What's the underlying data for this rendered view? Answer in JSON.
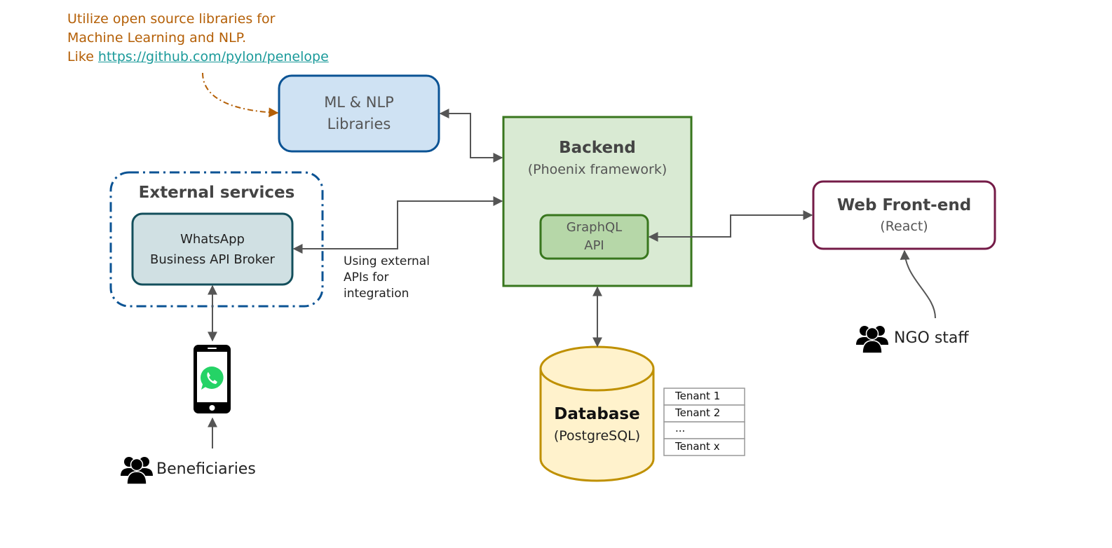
{
  "note": {
    "line1": "Utilize open source libraries for",
    "line2": "Machine Learning and NLP.",
    "like_prefix": "Like ",
    "link": "https://github.com/pylon/penelope"
  },
  "ml_libraries": {
    "line1": "ML & NLP",
    "line2": "Libraries"
  },
  "backend": {
    "title": "Backend",
    "subtitle": "(Phoenix framework)",
    "graphql": {
      "line1": "GraphQL",
      "line2": "API"
    }
  },
  "external_services": {
    "title": "External services",
    "broker": {
      "line1": "WhatsApp",
      "line2": "Business API Broker"
    }
  },
  "api_note": {
    "line1": "Using external",
    "line2": "APIs for",
    "line3": "integration"
  },
  "web_frontend": {
    "title": "Web Front-end",
    "subtitle": "(React)"
  },
  "database": {
    "title": "Database",
    "subtitle": "(PostgreSQL)",
    "tenants": [
      "Tenant 1",
      "Tenant 2",
      "...",
      "Tenant x"
    ]
  },
  "actors": {
    "ngo_staff": "NGO staff",
    "beneficiaries": "Beneficiaries"
  },
  "colors": {
    "note": "#b45f06",
    "link": "#1a9a9a",
    "ml_fill": "#cfe2f3",
    "ml_stroke": "#0b5394",
    "backend_fill": "#d9ead3",
    "backend_stroke": "#38761d",
    "graphql_fill": "#b6d7a8",
    "external_stroke": "#0b5394",
    "broker_fill": "#d0e0e3",
    "broker_stroke": "#134f5c",
    "web_stroke": "#741b47",
    "db_fill": "#fff2cc",
    "db_stroke": "#bf9000",
    "arrow": "#555555",
    "whatsapp_green": "#25d366"
  },
  "icons": [
    "phone-whatsapp-icon",
    "people-group-icon"
  ]
}
